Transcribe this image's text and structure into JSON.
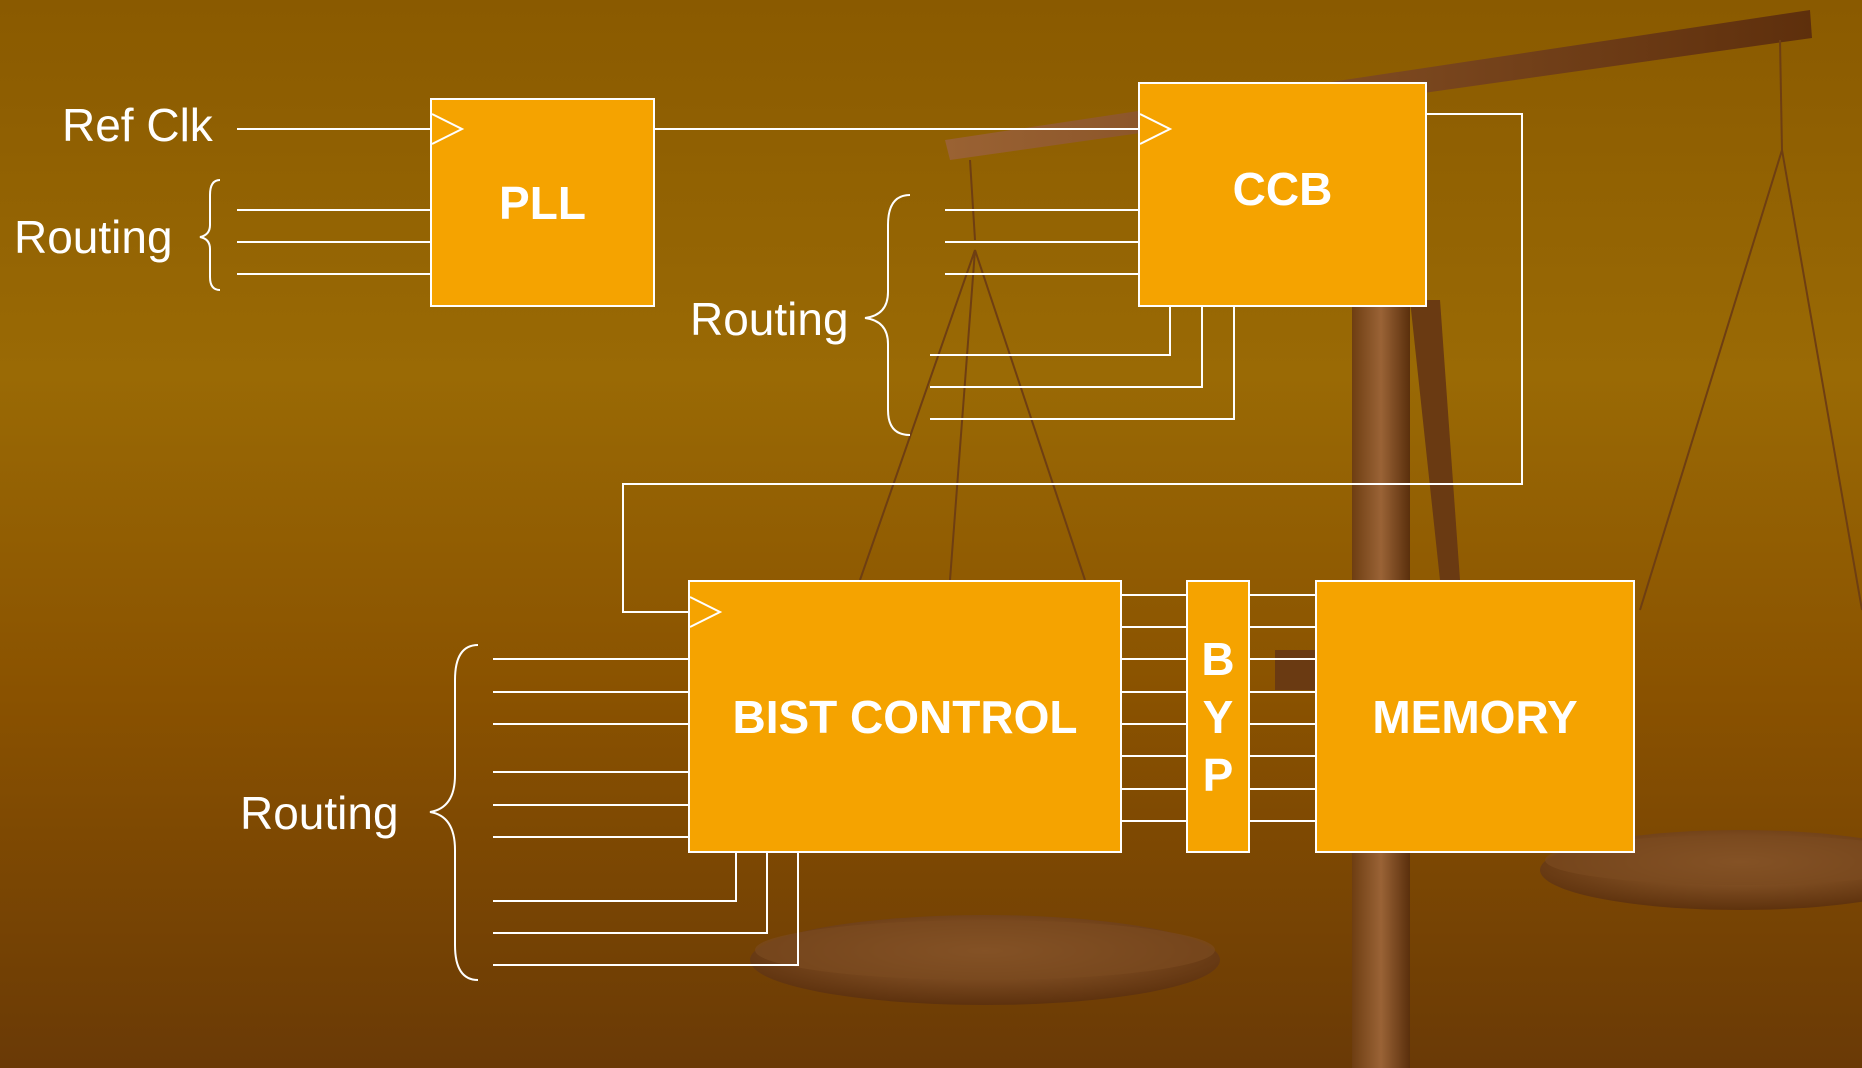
{
  "colors": {
    "block_fill": "#f5a300",
    "wire": "#ffffff",
    "background": "#8a5a00"
  },
  "labels": {
    "ref_clk": "Ref Clk",
    "routing_pll": "Routing",
    "routing_ccb": "Routing",
    "routing_bist": "Routing"
  },
  "blocks": {
    "pll": "PLL",
    "ccb": "CCB",
    "bist_control": "BIST CONTROL",
    "byp": [
      "B",
      "Y",
      "P"
    ],
    "memory": "MEMORY"
  },
  "background_image": "balance-scale"
}
